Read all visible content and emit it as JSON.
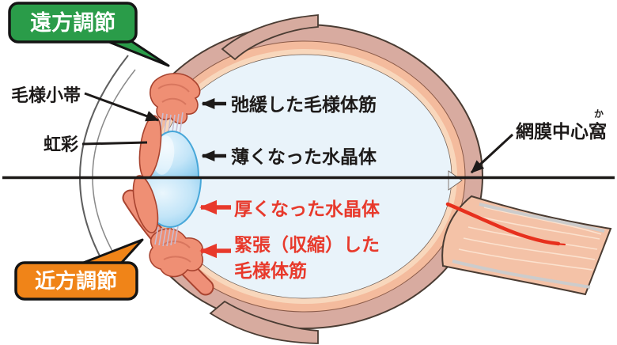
{
  "figure": {
    "type": "eye-accommodation-diagram",
    "bubbles": {
      "far": {
        "label": "遠方調節",
        "color": "#2a9c49"
      },
      "near": {
        "label": "近方調節",
        "color": "#f08418"
      }
    },
    "labels": {
      "zonule": "毛様小帯",
      "iris": "虹彩",
      "relaxed_muscle": "弛緩した毛様体筋",
      "thin_lens": "薄くなった水晶体",
      "thick_lens": "厚くなった水晶体",
      "tense_muscle_line1": "緊張（収縮）した",
      "tense_muscle_line2": "毛様体筋",
      "fovea": "網膜中心窩",
      "fovea_furigana": "か"
    },
    "colors": {
      "far_bubble_green": "#2a9c49",
      "near_bubble_orange": "#f08418",
      "highlight_red": "#e8392b",
      "text_black": "#1d1a19",
      "sclera": "#d8aba0",
      "choroid": "#f4bb9d",
      "retina": "#f8d7bc",
      "vitreous": "#e9f3fa",
      "lens_edge_blue": "#47a7d9",
      "ciliary_muscle": "#ef8f74",
      "optic_nerve": "#f4c2a7",
      "artery_red": "#e7301d"
    }
  }
}
